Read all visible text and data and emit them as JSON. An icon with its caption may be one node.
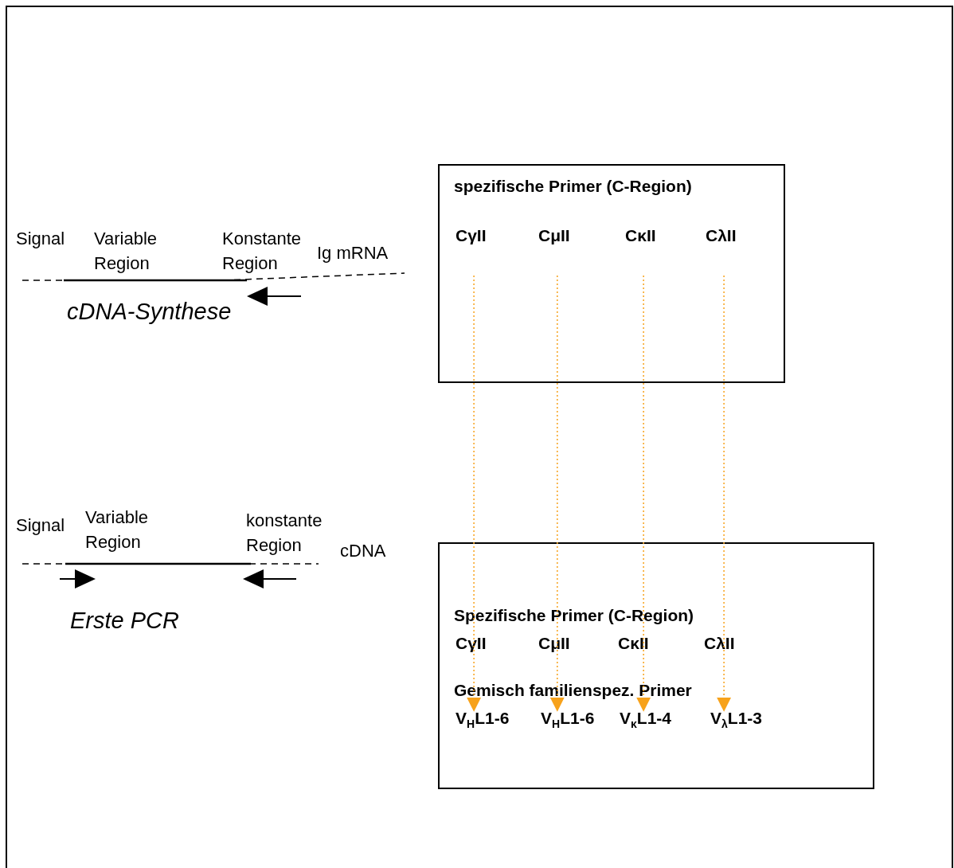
{
  "diagram": {
    "nodes": [
      {
        "text": [
          "spezifische Primer (C-Region)"
        ]
      },
      {
        "text": [
          "CγII"
        ],
        "in": 0
      },
      {
        "text": [
          "CμII"
        ],
        "in": 0
      },
      {
        "text": [
          "CκII"
        ],
        "in": 0
      },
      {
        "text": [
          "CλII"
        ],
        "in": 0
      },
      {
        "text": [
          "Spezifische Primer (C-Region)",
          "Gemisch familienspez. Primer"
        ]
      },
      {
        "text": [
          "CγII"
        ],
        "in": 5
      },
      {
        "text": [
          "CμII"
        ],
        "in": 5
      },
      {
        "text": [
          "CκII"
        ],
        "in": 5
      },
      {
        "text": [
          "CλII"
        ],
        "in": 5
      },
      {
        "text": [
          "V$_{H}$L1-6"
        ],
        "in": 5
      },
      {
        "text": [
          "V$_{H}$L1-6"
        ],
        "in": 5
      },
      {
        "text": [
          "V$_{κ}$L1-4"
        ],
        "in": 5
      },
      {
        "text": [
          "V$_{λ}$L1-3"
        ],
        "in": 5
      }
    ],
    "edges": [
      {
        "from": 1,
        "to": 10,
        "arrow": "to",
        "style": "dashed",
        "color": "#f7a21b"
      },
      {
        "from": 2,
        "to": 11,
        "arrow": "to",
        "style": "dashed",
        "color": "#f7a21b"
      },
      {
        "from": 3,
        "to": 12,
        "arrow": "to",
        "style": "dashed",
        "color": "#f7a21b"
      },
      {
        "from": 4,
        "to": 13,
        "arrow": "to",
        "style": "dashed",
        "color": "#f7a21b"
      }
    ],
    "labels": [
      "Signal",
      "Variable Region",
      "Konstante Region",
      "Ig mRNA",
      "cDNA-Synthese",
      "Signal",
      "Variable Region",
      "konstante Region",
      "cDNA",
      "Erste PCR"
    ]
  }
}
